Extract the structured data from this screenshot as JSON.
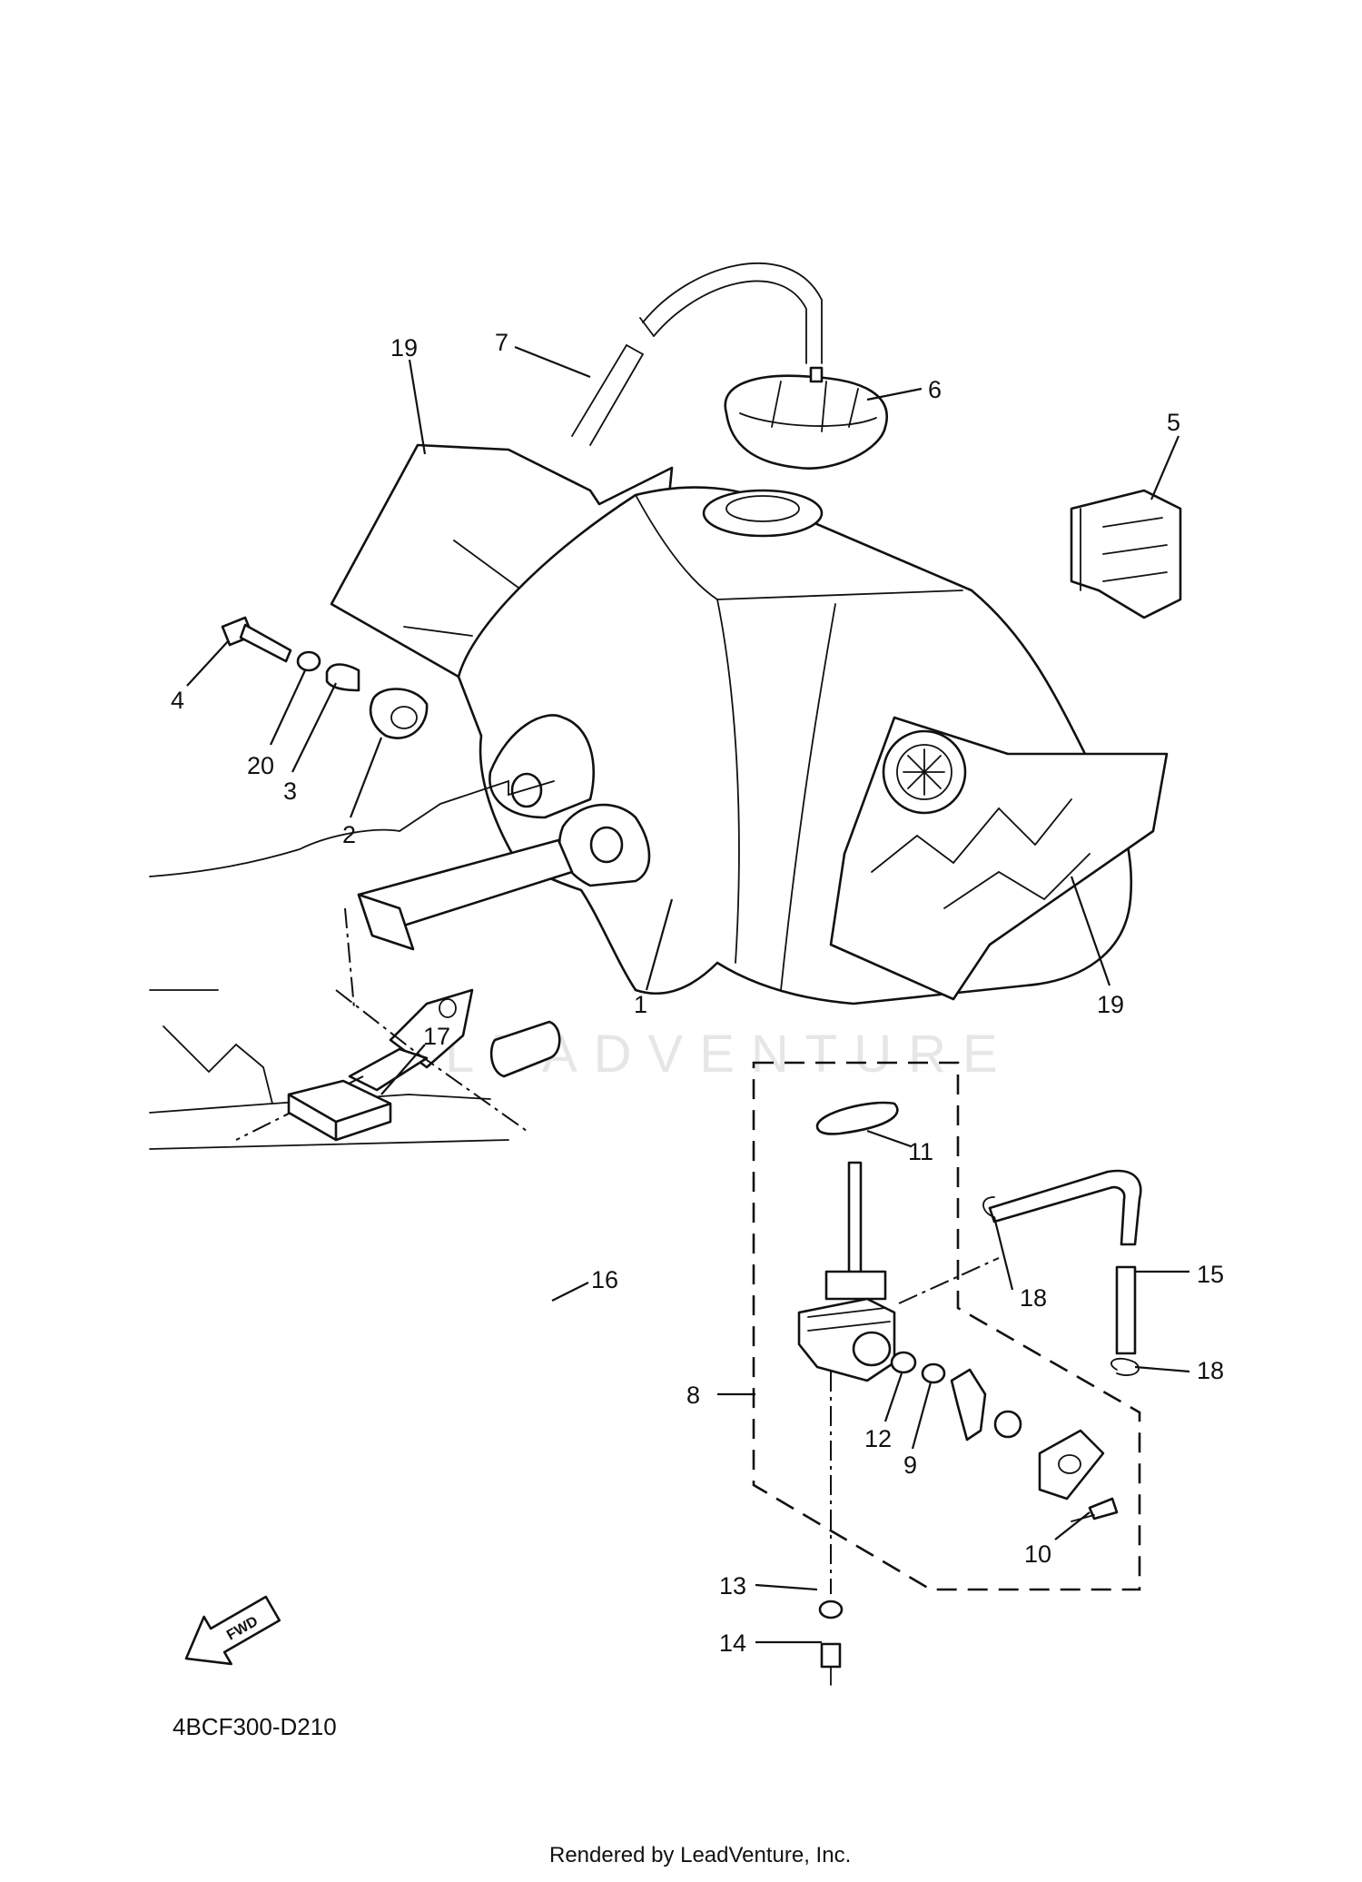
{
  "diagram_code": "4BCF300-D210",
  "footer": "Rendered by LeadVenture, Inc.",
  "watermark": "LEADVENTURE",
  "fwd_label": "FWD",
  "callouts": [
    "1",
    "2",
    "3",
    "4",
    "5",
    "6",
    "7",
    "8",
    "9",
    "10",
    "11",
    "12",
    "13",
    "14",
    "15",
    "16",
    "17",
    "18",
    "19",
    "20"
  ]
}
